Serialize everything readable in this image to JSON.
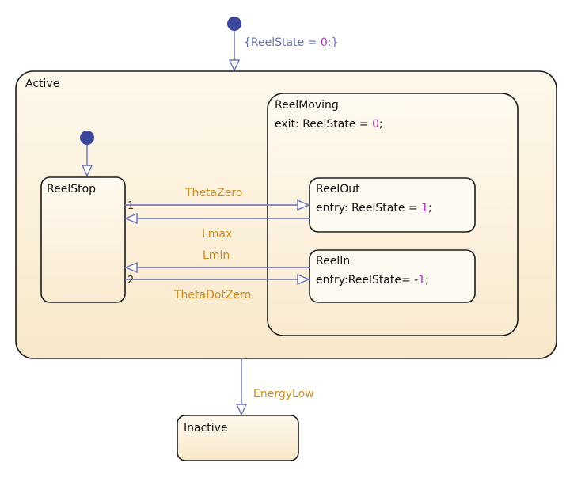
{
  "states": {
    "active": {
      "name": "Active"
    },
    "reel_stop": {
      "name": "ReelStop"
    },
    "reel_moving": {
      "name": "ReelMoving",
      "action_prefix": "exit: ReelState = ",
      "action_value": "0",
      "action_suffix": ";"
    },
    "reel_out": {
      "name": "ReelOut",
      "action_prefix": "entry: ReelState = ",
      "action_value": "1",
      "action_suffix": ";"
    },
    "reel_in": {
      "name": "ReelIn",
      "action_prefix": "entry:ReelState= -",
      "action_value": "1",
      "action_suffix": ";"
    },
    "inactive": {
      "name": "Inactive"
    }
  },
  "default_transition": {
    "action_prefix": "{ReelState = ",
    "action_value": "0",
    "action_suffix": ";}"
  },
  "transitions": {
    "theta_zero": "ThetaZero",
    "lmax": "Lmax",
    "lmin": "Lmin",
    "theta_dot_zero": "ThetaDotZero",
    "energy_low": "EnergyLow"
  },
  "execution_order": {
    "first": "1",
    "second": "2"
  },
  "colors": {
    "state_fill": "#fdf3df",
    "state_fill_deep": "#f8e7c6",
    "transition": "#6670b8",
    "label": "#d08a1a",
    "literal": "#b02fb8",
    "default_dot": "#3b479a"
  }
}
